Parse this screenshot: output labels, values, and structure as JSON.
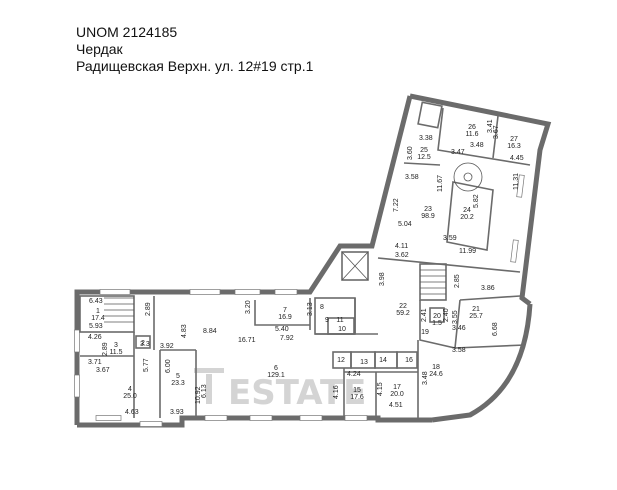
{
  "header": {
    "unom": "UNOM 2124185",
    "floor": "Чердак",
    "address": "Радищевская Верхн. ул. 12#19 стр.1"
  },
  "watermark": {
    "text": "ESTATE",
    "color": "#d4d4d4"
  },
  "colors": {
    "wall": "#6b6b6b",
    "line": "#555555",
    "text": "#222222"
  },
  "rooms": [
    {
      "number": "26",
      "area": "11.6"
    },
    {
      "number": "27",
      "area": "16.3"
    },
    {
      "number": "25",
      "area": "12.5"
    },
    {
      "number": "23",
      "area": "98.9"
    },
    {
      "number": "24",
      "area": "20.2"
    },
    {
      "number": "22",
      "area": "59.2"
    },
    {
      "number": "21",
      "area": "25.7"
    },
    {
      "number": "18",
      "area": "24.6"
    },
    {
      "number": "20",
      "area": "1.5"
    },
    {
      "number": "19",
      "area": ""
    },
    {
      "number": "17",
      "area": "20.0"
    },
    {
      "number": "16",
      "area": ""
    },
    {
      "number": "15",
      "area": "17.6"
    },
    {
      "number": "14",
      "area": ""
    },
    {
      "number": "13",
      "area": ""
    },
    {
      "number": "12",
      "area": ""
    },
    {
      "number": "11",
      "area": ""
    },
    {
      "number": "10",
      "area": ""
    },
    {
      "number": "9",
      "area": ""
    },
    {
      "number": "8",
      "area": ""
    },
    {
      "number": "7",
      "area": "16.9"
    },
    {
      "number": "6",
      "area": "129.1"
    },
    {
      "number": "5",
      "area": "23.3"
    },
    {
      "number": "4",
      "area": "25.0"
    },
    {
      "number": "3",
      "area": "11.5"
    },
    {
      "number": "2",
      "area": ""
    },
    {
      "number": "1",
      "area": "17.4"
    }
  ],
  "dimensions": [
    "3.38",
    "3.41",
    "3.67",
    "3.48",
    "3.47",
    "4.45",
    "3.60",
    "11.67",
    "11.31",
    "3.58",
    "7.22",
    "5.82",
    "5.04",
    "3.59",
    "11.99",
    "4.11",
    "3.62",
    "3.86",
    "2.85",
    "3.98",
    "6.68",
    "6.43",
    "2.89",
    "5.93",
    "3.20",
    "4.83",
    "8.84",
    "5.40",
    "7.92",
    "16.71",
    "3.13",
    "4.26",
    "2.89",
    "3.3",
    "3.71",
    "3.67",
    "3.92",
    "6.00",
    "5.77",
    "4.63",
    "3.93",
    "6.13",
    "10.92",
    "4.24",
    "4.16",
    "4.15",
    "4.51",
    "3.58",
    "3.48",
    "3.46",
    "3.55",
    "2.41",
    "2.40"
  ]
}
